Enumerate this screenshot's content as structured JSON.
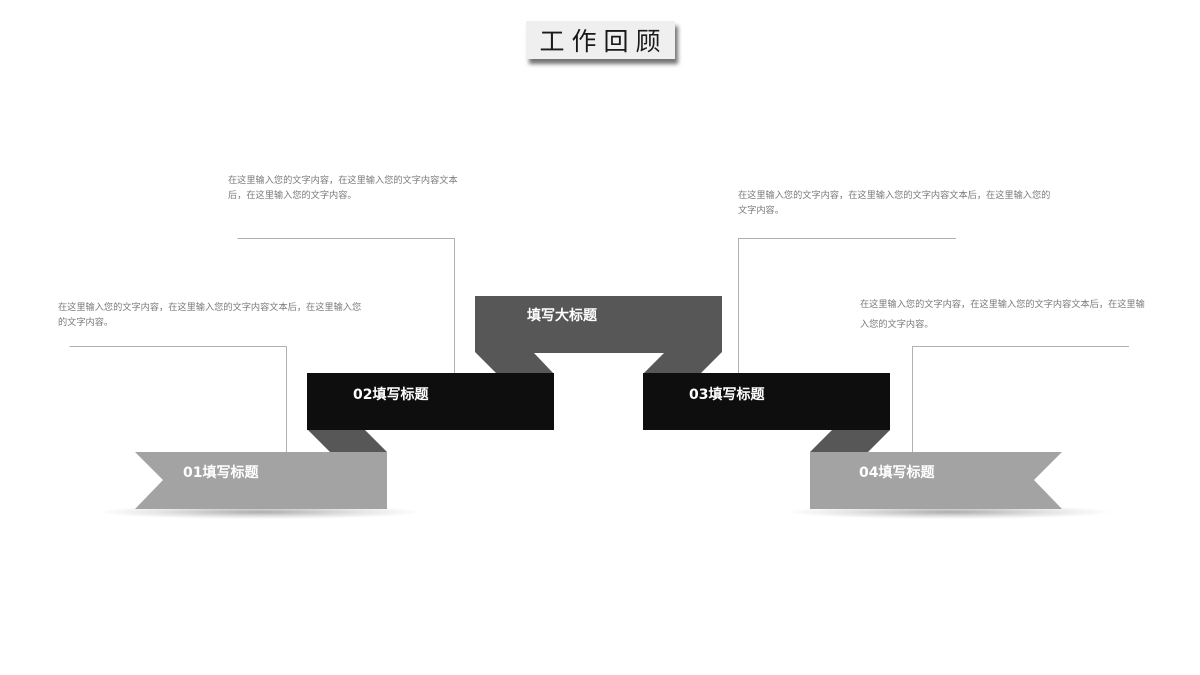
{
  "title": "工作回顾",
  "main_banner": {
    "label": "填写大标题"
  },
  "items": [
    {
      "id": "01",
      "label": "01填写标题",
      "description": "在这里输入您的文字内容，在这里输入您的文字内容文本后，在这里输入您的文字内容。"
    },
    {
      "id": "02",
      "label": "02填写标题",
      "description": "在这里输入您的文字内容，在这里输入您的文字内容文本后，在这里输入您的文字内容。"
    },
    {
      "id": "03",
      "label": "03填写标题",
      "description": "在这里输入您的文字内容，在这里输入您的文字内容文本后，在这里输入您的文字内容。"
    },
    {
      "id": "04",
      "label": "04填写标题",
      "description": "在这里输入您的文字内容，在这里输入您的文字内容文本后，在这里输入您的文字内容。"
    }
  ],
  "colors": {
    "top_banner": "#575757",
    "mid_ribbon": "#0e0e0e",
    "fold": "#575757",
    "low_ribbon": "#a3a3a3",
    "connector_line": "#b0b0b0",
    "description_text": "#7a7a7a"
  }
}
